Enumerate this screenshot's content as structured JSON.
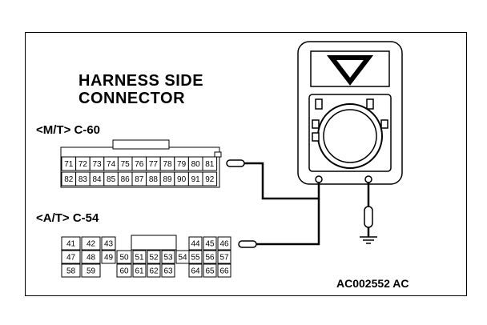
{
  "heading": {
    "line1": "HARNESS SIDE",
    "line2": "CONNECTOR"
  },
  "mt_connector": {
    "label": "<M/T> C-60",
    "top_row": [
      "71",
      "72",
      "73",
      "74",
      "75",
      "76",
      "77",
      "78",
      "79",
      "80",
      "81"
    ],
    "bottom_row": [
      "82",
      "83",
      "84",
      "85",
      "86",
      "87",
      "88",
      "89",
      "90",
      "91",
      "92"
    ]
  },
  "at_connector": {
    "label": "<A/T> C-54",
    "row1": [
      "41",
      "42",
      "43",
      "44",
      "45",
      "46"
    ],
    "row2": [
      "47",
      "48",
      "49",
      "50",
      "51",
      "52",
      "53",
      "54",
      "55",
      "56",
      "57"
    ],
    "row3": [
      "58",
      "59",
      "60",
      "61",
      "62",
      "63",
      "64",
      "65",
      "66"
    ]
  },
  "code": "AC002552 AC"
}
